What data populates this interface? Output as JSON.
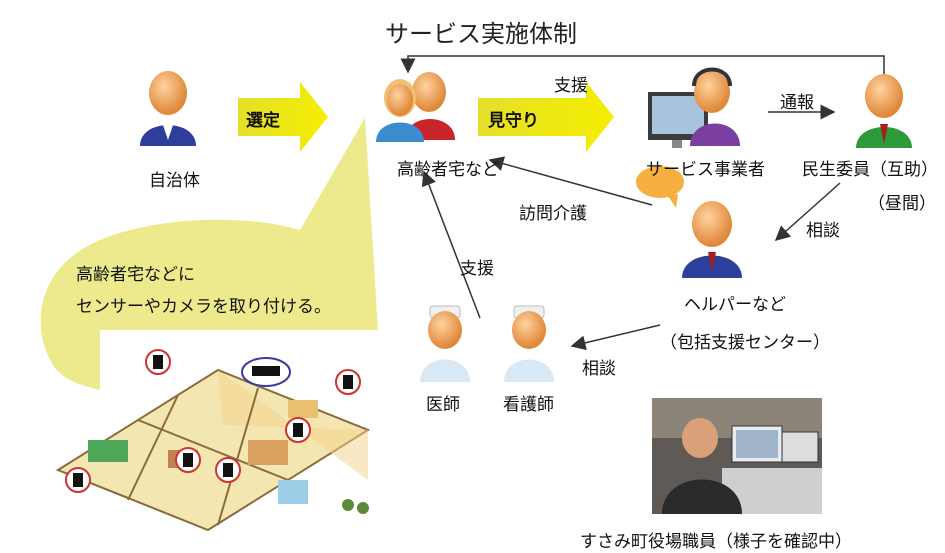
{
  "title": "サービス実施体制",
  "nodes": {
    "municipality": "自治体",
    "elderly_home": "高齢者宅など",
    "service_provider": "サービス事業者",
    "welfare_commissioner": "民生委員（互助）",
    "daytime": "（昼間）",
    "helper": "ヘルパーなど",
    "support_center": "（包括支援センター）",
    "doctor": "医師",
    "nurse": "看護師",
    "staff_caption": "すさみ町役場職員（様子を確認中）"
  },
  "edges": {
    "select": "選定",
    "watch": "見守り",
    "support_top": "支援",
    "report": "通報",
    "home_visit_care": "訪問介護",
    "consult_1": "相談",
    "support_left": "支援",
    "consult_2": "相談"
  },
  "callout": {
    "line1": "高齢者宅などに",
    "line2": "センサーやカメラを取り付ける。"
  },
  "colors": {
    "yellow_arrow": "#f0e000",
    "callout_fill": "#ecea8c"
  }
}
